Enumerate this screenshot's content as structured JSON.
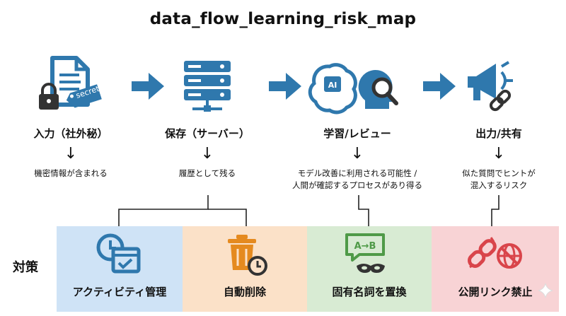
{
  "title": "data_flow_learning_risk_map",
  "stages": [
    {
      "label": "入力（社外秘）",
      "note": [
        "機密情報が含まれる"
      ],
      "icon": "confidential-document-lock-icon",
      "tag": "secret"
    },
    {
      "label": "保存（サーバー）",
      "note": [
        "履歴として残る"
      ],
      "icon": "server-icon"
    },
    {
      "label": "学習/レビュー",
      "note": [
        "モデル改善に利用される可能性 /",
        "人間が確認するプロセスがあり得る"
      ],
      "icon": "ai-brain-review-icon",
      "chip": "AI"
    },
    {
      "label": "出力/共有",
      "note": [
        "似た質問でヒントが",
        "混入するリスク"
      ],
      "icon": "megaphone-link-icon"
    }
  ],
  "down_arrow": "↓",
  "countermeasures": {
    "heading": "対策",
    "items": [
      {
        "label": "アクティビティ管理",
        "icon": "clock-calendar-icon",
        "color": "#cfe3f6"
      },
      {
        "label": "自動削除",
        "icon": "trash-timer-icon",
        "color": "#fbe1c8"
      },
      {
        "label": "固有名詞を置換",
        "icon": "translate-mask-icon",
        "chip": "A→B",
        "color": "#d8ebd3"
      },
      {
        "label": "公開リンク禁止",
        "icon": "broken-link-globe-icon",
        "color": "#f8d3d5"
      }
    ]
  },
  "colors": {
    "blue": "#2f78ad",
    "orange": "#e58a1f",
    "green": "#4f9a48",
    "red": "#d9444a"
  }
}
